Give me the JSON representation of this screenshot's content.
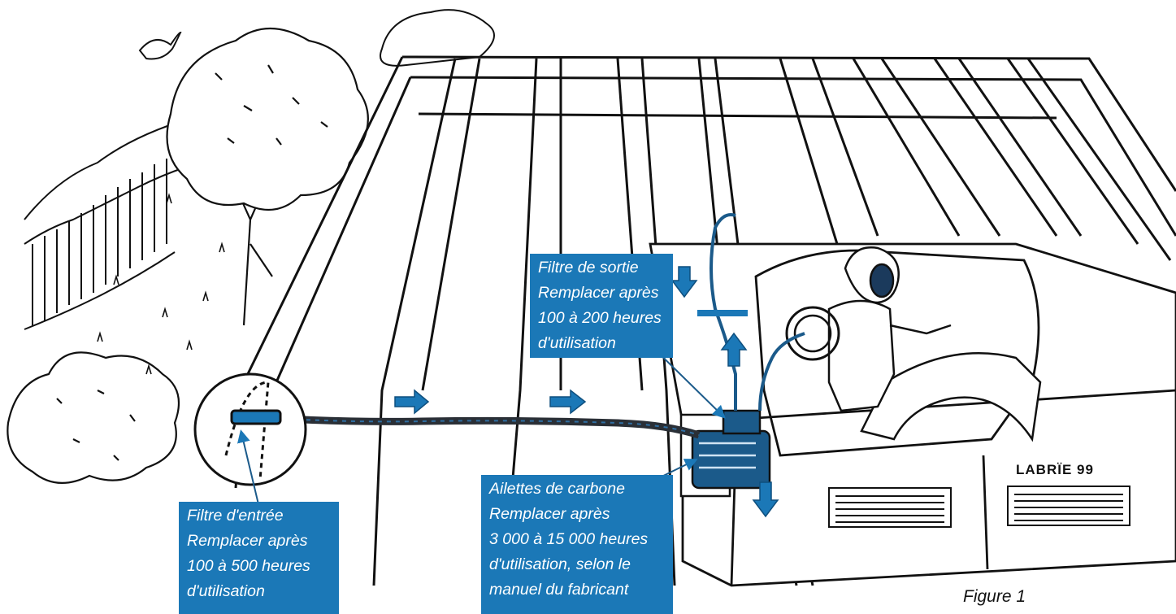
{
  "callouts": {
    "outlet_filter": {
      "lines": [
        "Filtre de sortie",
        "Remplacer après",
        "100 à 200 heures",
        "d'utilisation"
      ]
    },
    "carbon_fins": {
      "lines": [
        "Ailettes de carbone",
        "Remplacer après",
        "3 000 à 15 000 heures",
        "d'utilisation, selon le",
        "manuel du fabricant"
      ]
    },
    "inlet_filter": {
      "lines": [
        "Filtre d'entrée",
        "Remplacer après",
        "100 à 500 heures",
        "d'utilisation"
      ]
    }
  },
  "machine_label": "LABRÏE 99",
  "figure_caption": "Figure 1",
  "colors": {
    "accent_blue": "#1b78b7",
    "line_ink": "#111111",
    "background": "#ffffff"
  }
}
